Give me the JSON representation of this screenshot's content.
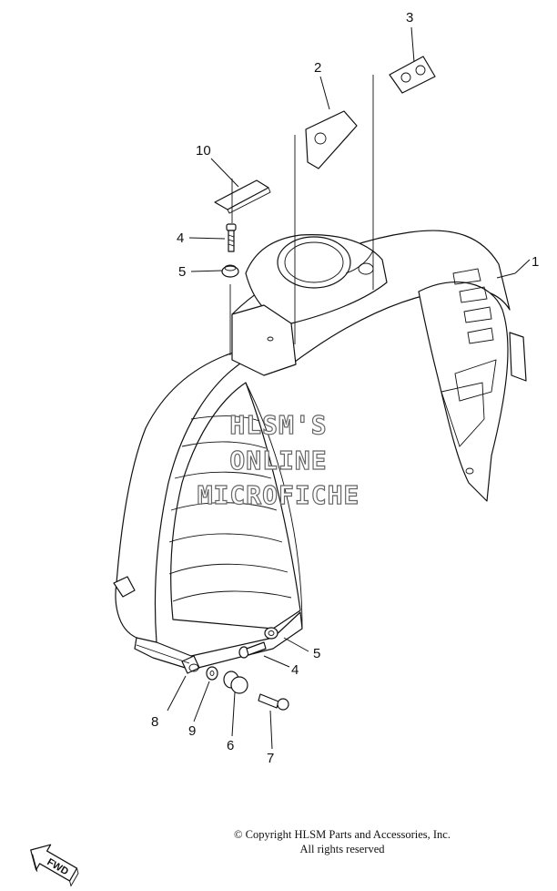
{
  "diagram": {
    "labels": [
      {
        "id": "1",
        "text": "1"
      },
      {
        "id": "2",
        "text": "2"
      },
      {
        "id": "3",
        "text": "3"
      },
      {
        "id": "4a",
        "text": "4"
      },
      {
        "id": "4b",
        "text": "4"
      },
      {
        "id": "5a",
        "text": "5"
      },
      {
        "id": "5b",
        "text": "5"
      },
      {
        "id": "6",
        "text": "6"
      },
      {
        "id": "7",
        "text": "7"
      },
      {
        "id": "8",
        "text": "8"
      },
      {
        "id": "9",
        "text": "9"
      },
      {
        "id": "10",
        "text": "10"
      }
    ]
  },
  "watermark": {
    "line1": "HLSM'S",
    "line2": "ONLINE",
    "line3": "MICROFICHE"
  },
  "copyright": {
    "line1": "© Copyright HLSM Parts and Accessories, Inc.",
    "line2": "All rights reserved"
  },
  "fwd_badge": {
    "text": "FWD"
  }
}
